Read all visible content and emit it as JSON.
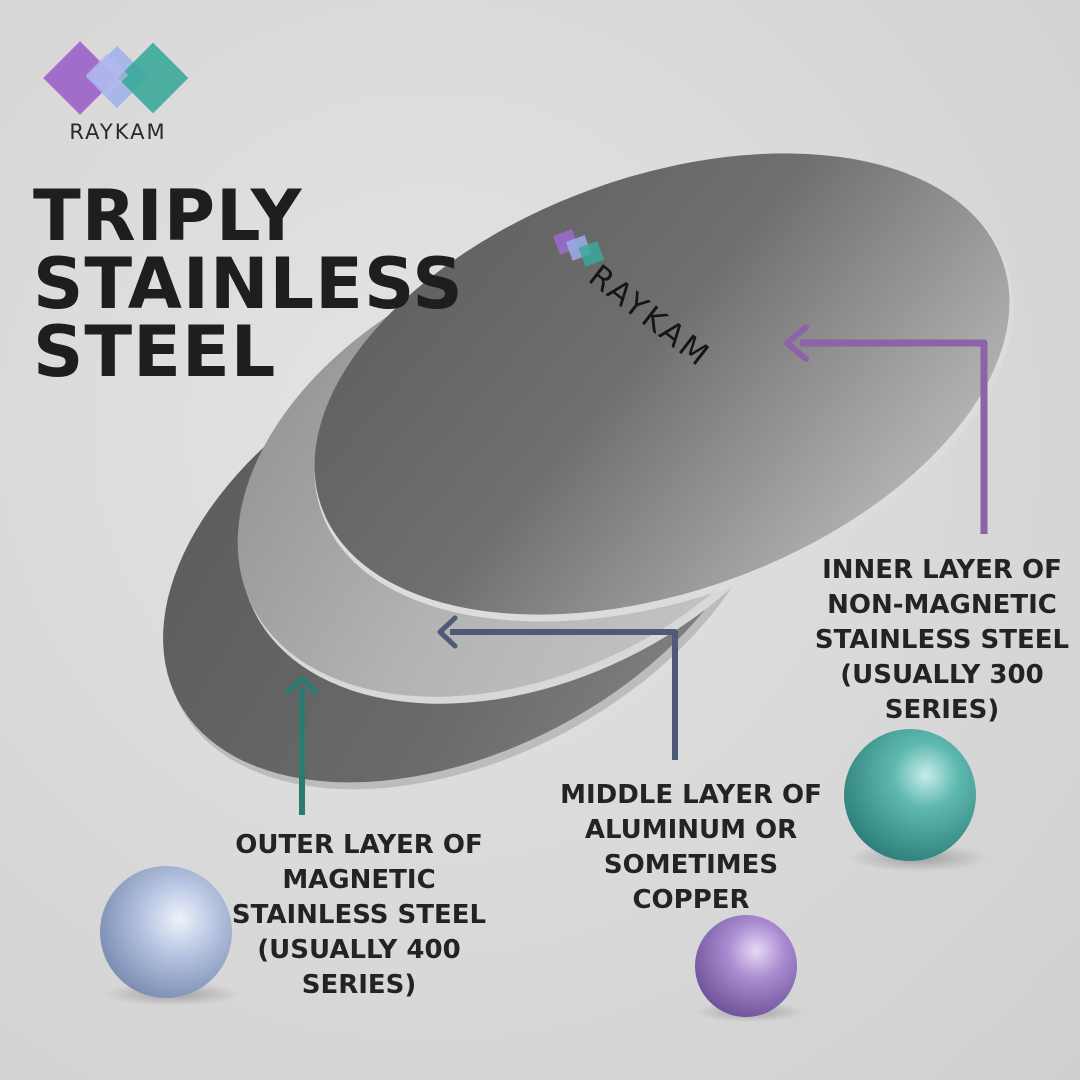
{
  "brand": {
    "name": "RAYKAM",
    "colors": {
      "purple": "#9b6bc9",
      "blue": "#9aaee8",
      "teal": "#3aa89c"
    }
  },
  "title": {
    "lines": [
      "TRIPLY",
      "STAINLESS",
      "STEEL"
    ]
  },
  "plate_brand": "RAYKAM",
  "labels": {
    "inner": {
      "lines": [
        "INNER LAYER OF",
        "NON-MAGNETIC",
        "STAINLESS STEEL",
        "(USUALLY 300",
        "SERIES)"
      ],
      "arrow_color": "#8c62a8",
      "icon": "arrow-left-icon"
    },
    "middle": {
      "lines": [
        "MIDDLE LAYER OF",
        "ALUMINUM OR",
        "SOMETIMES",
        "COPPER"
      ],
      "arrow_color": "#4e5a78",
      "icon": "arrow-left-icon"
    },
    "outer": {
      "lines": [
        "OUTER LAYER OF",
        "MAGNETIC",
        "STAINLESS STEEL",
        "(USUALLY 400",
        "SERIES)"
      ],
      "arrow_color": "#2a7c72",
      "icon": "arrow-up-icon"
    }
  },
  "spheres": [
    {
      "name": "teal-sphere",
      "color": "#4fb0a8"
    },
    {
      "name": "lavender-sphere",
      "color": "#a9a8d6"
    },
    {
      "name": "blue-sphere",
      "color": "#a7b7d8"
    }
  ]
}
